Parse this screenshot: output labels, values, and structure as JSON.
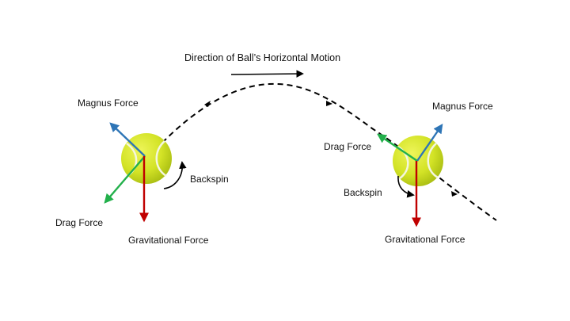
{
  "title": "Direction of Ball’s Horizontal Motion",
  "left_ball": {
    "magnus_label": "Magnus Force",
    "drag_label": "Drag Force",
    "backspin_label": "Backspin",
    "gravity_label": "Gravitational Force"
  },
  "right_ball": {
    "magnus_label": "Magnus Force",
    "drag_label": "Drag Force",
    "backspin_label": "Backspin",
    "gravity_label": "Gravitational Force"
  },
  "colors": {
    "magnus": "#2e75b6",
    "drag": "#22b04b",
    "gravity": "#c00000",
    "ball": "#d8e82a",
    "ball_shade": "#a9bd12",
    "seam": "#f4f6e0",
    "trajectory": "#000000"
  }
}
